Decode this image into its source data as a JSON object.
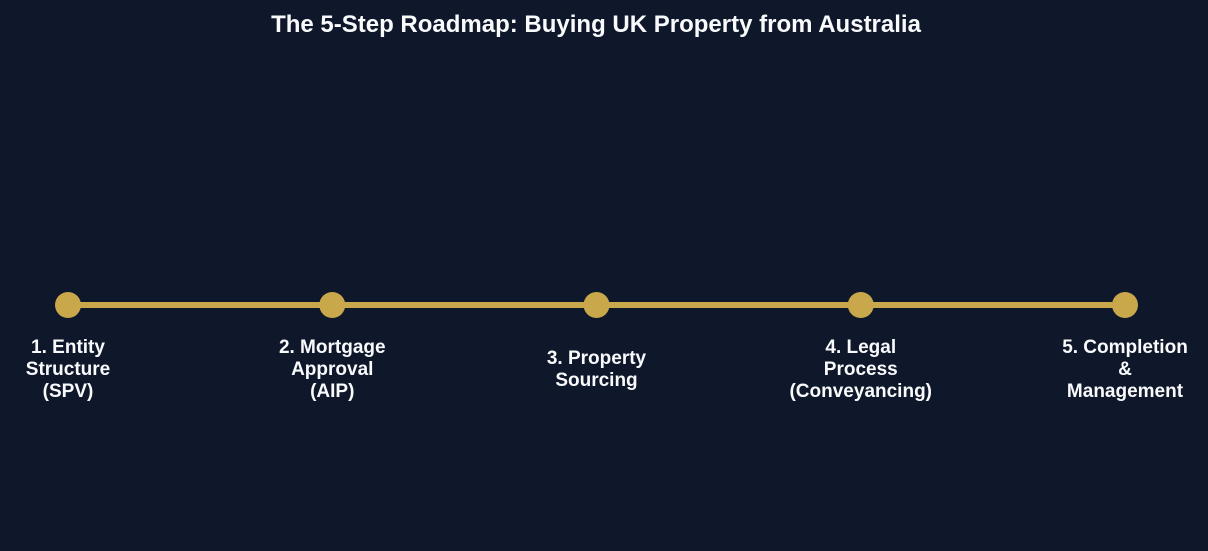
{
  "title": "The 5-Step Roadmap: Buying UK Property from Australia",
  "colors": {
    "background": "#0f172a",
    "accent": "#c9a84c",
    "text": "#f8fafc"
  },
  "steps": [
    {
      "lines": [
        "1. Entity",
        "Structure",
        "(SPV)"
      ]
    },
    {
      "lines": [
        "2. Mortgage",
        "Approval",
        "(AIP)"
      ]
    },
    {
      "lines": [
        "3. Property",
        "Sourcing"
      ]
    },
    {
      "lines": [
        "4. Legal",
        "Process",
        "(Conveyancing)"
      ]
    },
    {
      "lines": [
        "5. Completion",
        "&",
        "Management"
      ]
    }
  ]
}
